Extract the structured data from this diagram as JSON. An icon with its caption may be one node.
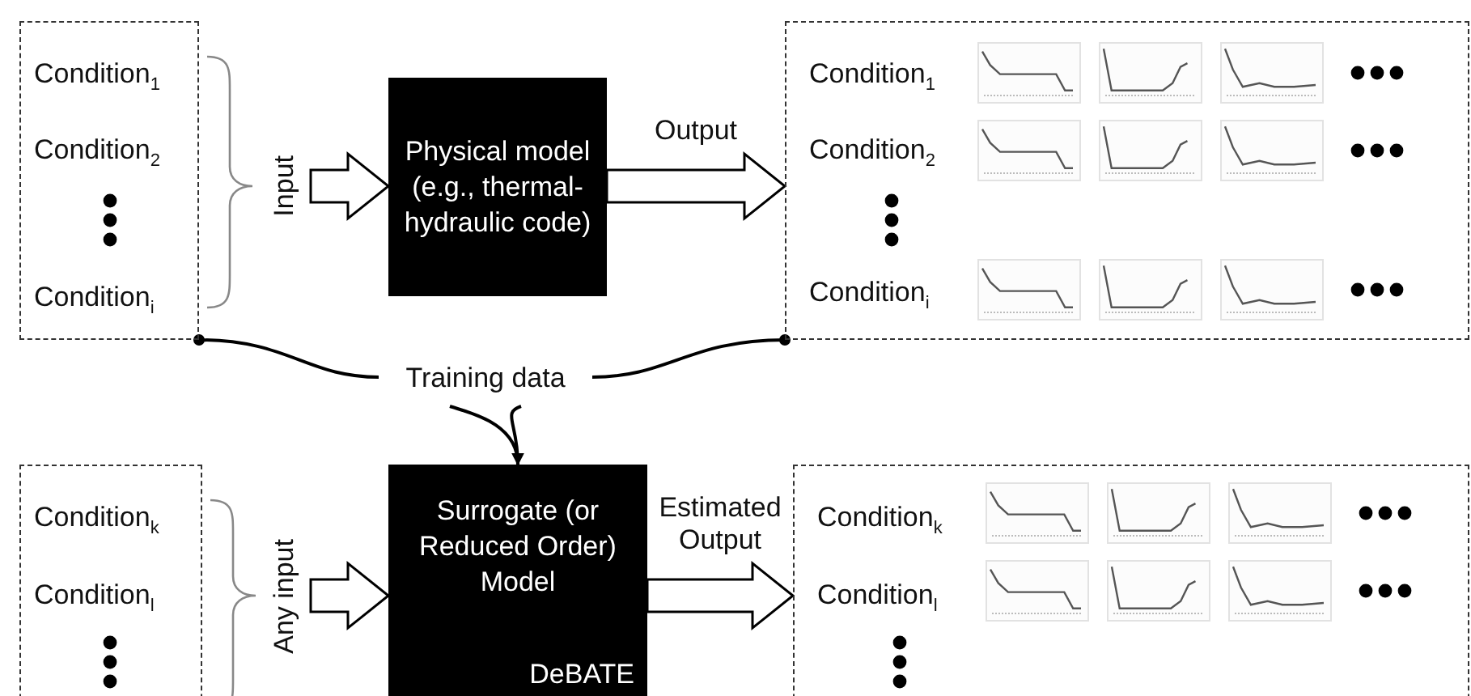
{
  "diagram": {
    "nodes": [
      {
        "text": [
          "Condition$_{1}$",
          "Condition$_{2}$",
          "Condition$_{i}$"
        ]
      },
      {
        "text": [
          "Physical model (e.g., thermal-hydraulic code)"
        ]
      },
      {
        "text": [
          "Condition$_{1}$",
          "Condition$_{2}$",
          "Condition$_{i}$"
        ]
      },
      {
        "text": [
          "Training data"
        ]
      },
      {
        "text": [
          "Condition$_{k}$",
          "Condition$_{l}$"
        ]
      },
      {
        "text": [
          "Surrogate (or Reduced Order) Model",
          "DeBATE"
        ]
      },
      {
        "text": [
          "Condition$_{k}$",
          "Condition$_{l}$"
        ]
      }
    ],
    "edges": [
      {
        "from": 0,
        "to": 1,
        "arrow": "to",
        "label": "Input"
      },
      {
        "from": 1,
        "to": 2,
        "arrow": "to",
        "label": "Output"
      },
      {
        "from": 0,
        "to": 3,
        "arrow": "other"
      },
      {
        "from": 2,
        "to": 3,
        "arrow": "other"
      },
      {
        "from": 3,
        "to": 5,
        "arrow": "to"
      },
      {
        "from": 4,
        "to": 5,
        "arrow": "to",
        "label": "Any input"
      },
      {
        "from": 5,
        "to": 6,
        "arrow": "to",
        "label": "Estimated Output"
      }
    ]
  }
}
